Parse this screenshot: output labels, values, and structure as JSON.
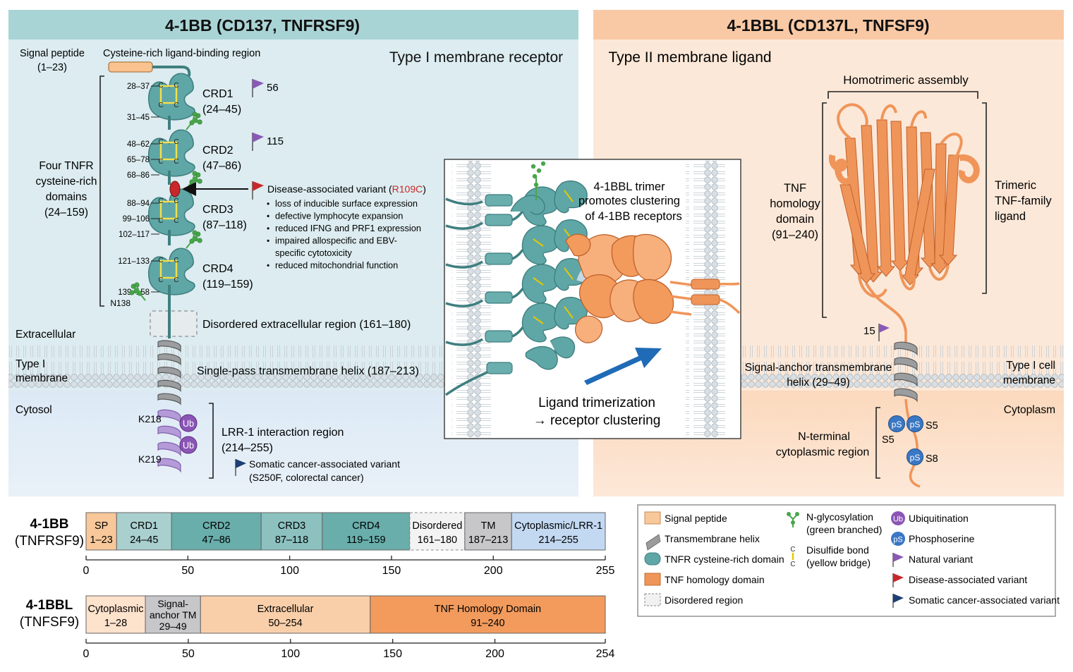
{
  "colors": {
    "receptor_panel": "#dcecf0",
    "receptor_header": "#a9d4d6",
    "ligand_panel": "#fce3d0",
    "ligand_header": "#f9c9a5",
    "teal": "#5fa7a6",
    "teal_dark": "#3f7f80",
    "orange": "#f0955a",
    "orange_dark": "#d66d2f",
    "membrane_head": "#d6dde2",
    "helix_gray": "#8e8f91",
    "lavender": "#b49ad8",
    "ub_purple": "#8b55b6",
    "ps_blue": "#3a77c4",
    "natural_flag": "#8a59b6",
    "disease_flag": "#c8282a",
    "somatic_flag": "#1d3f73",
    "disulfide": "#f4e04d",
    "glyco": "#48a64a"
  },
  "receptor": {
    "header": "4-1BB (CD137, TNFRSF9)",
    "type_label": "Type I membrane receptor",
    "signal_peptide": {
      "label": "Signal peptide",
      "range": "(1–23)"
    },
    "cysteine_region": "Cysteine-rich ligand-binding region",
    "tnfr_bracket": {
      "lines": [
        "Four TNFR",
        "cysteine-rich",
        "domains",
        "(24–159)"
      ]
    },
    "crds": [
      {
        "name": "CRD1",
        "range": "(24–45)",
        "bonds": [
          "28–37",
          "31–45"
        ],
        "flag": "56"
      },
      {
        "name": "CRD2",
        "range": "(47–86)",
        "bonds": [
          "48–62",
          "65–78",
          "68–86"
        ],
        "flag": "115"
      },
      {
        "name": "CRD3",
        "range": "(87–118)",
        "bonds": [
          "88–94",
          "99–106",
          "102–117"
        ]
      },
      {
        "name": "CRD4",
        "range": "(119–159)",
        "bonds": [
          "121–133",
          "139–158"
        ]
      }
    ],
    "n138": "N138",
    "disease_variant": {
      "title": "Disease-associated variant (",
      "code": "R109C",
      "close": ")",
      "bullets": [
        "loss of inducible surface expression",
        "defective lymphocyte expansion",
        "reduced IFNG and PRF1 expression",
        "impaired allospecific and EBV-",
        "specific cytotoxicity",
        "reduced mitochondrial function"
      ]
    },
    "disordered": "Disordered extracellular region (161–180)",
    "extracellular": "Extracellular",
    "membrane": [
      "Type I",
      "membrane"
    ],
    "tm_helix": "Single-pass transmembrane helix (187–213)",
    "cytosol": "Cytosol",
    "k218": "K218",
    "k219": "K219",
    "ub": "Ub",
    "lrr": [
      "LRR-1 interaction region",
      "(214–255)"
    ],
    "somatic": [
      "Somatic cancer-associated variant",
      "(S250F, colorectal cancer)"
    ]
  },
  "center": {
    "title": [
      "4-1BBL trimer",
      "promotes clustering",
      "of 4-1BB receptors"
    ],
    "caption": [
      "Ligand trimerization",
      "→ receptor clustering"
    ]
  },
  "ligand": {
    "header": "4-1BBL (CD137L, TNFSF9)",
    "type_label": "Type II membrane ligand",
    "homotrimeric": "Homotrimeric assembly",
    "tnf_domain": [
      "TNF",
      "homology",
      "domain",
      "(91–240)"
    ],
    "trimeric": [
      "Trimeric",
      "TNF-family",
      "ligand"
    ],
    "flag15": "15",
    "signal_anchor": [
      "Signal-anchor transmembrane",
      "helix (29–49)"
    ],
    "cell_membrane": [
      "Type I cell",
      "membrane"
    ],
    "cytoplasm": "Cytoplasm",
    "nterm": [
      "N-terminal",
      "cytoplasmic region"
    ],
    "ps": "pS",
    "s5": "S5",
    "s8": "S8"
  },
  "bar1": {
    "name": "4-1BB",
    "sub": "(TNFRSF9)",
    "max": 255,
    "ticks": [
      0,
      50,
      100,
      150,
      200,
      255
    ],
    "segments": [
      {
        "label": "SP",
        "range": "1–23",
        "start": 0,
        "end": 15,
        "fill": "#f8c89a",
        "dashed": false
      },
      {
        "label": "CRD1",
        "range": "24–45",
        "start": 15,
        "end": 42,
        "fill": "#a9d0cf",
        "dashed": false
      },
      {
        "label": "CRD2",
        "range": "47–86",
        "start": 42,
        "end": 86,
        "fill": "#69aeab",
        "dashed": false
      },
      {
        "label": "CRD3",
        "range": "87–118",
        "start": 86,
        "end": 116,
        "fill": "#8cc1bf",
        "dashed": false
      },
      {
        "label": "CRD4",
        "range": "119–159",
        "start": 116,
        "end": 159,
        "fill": "#69aeab",
        "dashed": false
      },
      {
        "label": "Disordered",
        "range": "161–180",
        "start": 159,
        "end": 186,
        "fill": "#f3f3f3",
        "dashed": true
      },
      {
        "label": "TM",
        "range": "187–213",
        "start": 186,
        "end": 209,
        "fill": "#c7c7c9",
        "dashed": false
      },
      {
        "label": "Cytoplasmic/LRR-1",
        "range": "214–255",
        "start": 209,
        "end": 255,
        "fill": "#c3d9f2",
        "dashed": false
      }
    ]
  },
  "bar2": {
    "name": "4-1BBL",
    "sub": "(TNFSF9)",
    "max": 254,
    "ticks": [
      0,
      50,
      100,
      150,
      200,
      254
    ],
    "segments": [
      {
        "label": "Cytoplasmic",
        "range": "1–28",
        "start": 0,
        "end": 29,
        "fill": "#fde2cc",
        "dashed": false
      },
      {
        "label": "Signal-\nanchor TM",
        "range": "29–49",
        "start": 29,
        "end": 56,
        "fill": "#c7c7c9",
        "dashed": false
      },
      {
        "label": "Extracellular",
        "range": "50–254",
        "start": 56,
        "end": 139,
        "fill": "#f9cfaa",
        "dashed": false
      },
      {
        "label": "TNF Homology Domain",
        "range": "91–240",
        "start": 139,
        "end": 254,
        "fill": "#f29b5d",
        "dashed": false
      }
    ]
  },
  "legend": {
    "col1": [
      "Signal peptide",
      "Transmembrane helix",
      "TNFR cysteine-rich domain",
      "TNF homology domain",
      "Disordered region"
    ],
    "glyco": [
      "N-glycosylation",
      "(green branched)"
    ],
    "disulfide": [
      "Disulfide bond",
      "(yellow bridge)"
    ],
    "col3": [
      "Ubiquitination",
      "Phosphoserine",
      "Natural variant",
      "Disease-associated variant",
      "Somatic cancer-associated variant"
    ]
  }
}
